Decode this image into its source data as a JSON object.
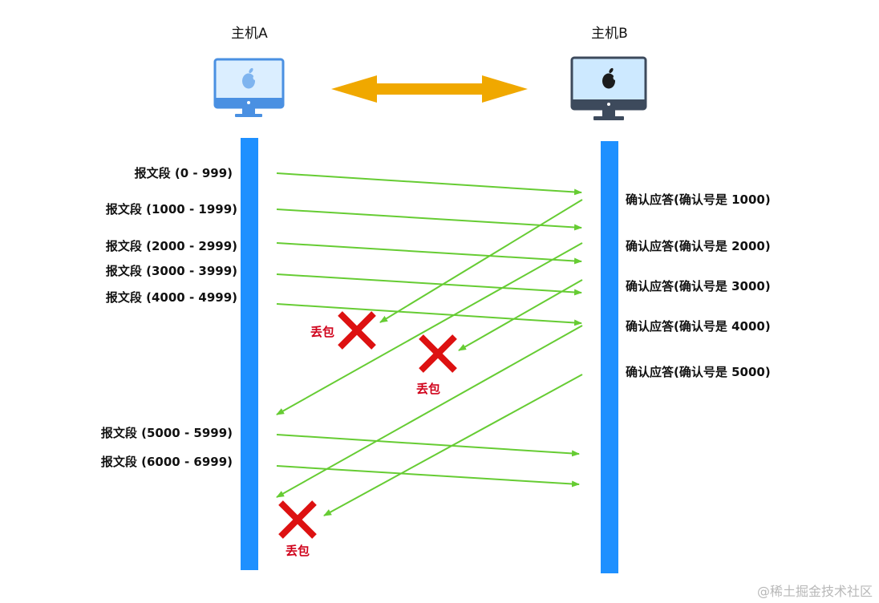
{
  "hosts": {
    "a": {
      "label": "主机A"
    },
    "b": {
      "label": "主机B"
    }
  },
  "segments_phase1": [
    {
      "label": "报文段 (0 - 999)"
    },
    {
      "label": "报文段 (1000 - 1999)"
    },
    {
      "label": "报文段 (2000 - 2999)"
    },
    {
      "label": "报文段 (3000 - 3999)"
    },
    {
      "label": "报文段 (4000 - 4999)"
    }
  ],
  "segments_phase2": [
    {
      "label": "报文段 (5000 - 5999)"
    },
    {
      "label": "报文段 (6000 - 6999)"
    }
  ],
  "acks": [
    {
      "label": "确认应答(确认号是 1000)"
    },
    {
      "label": "确认应答(确认号是 2000)"
    },
    {
      "label": "确认应答(确认号是 3000)"
    },
    {
      "label": "确认应答(确认号是 4000)"
    },
    {
      "label": "确认应答(确认号是 5000)"
    }
  ],
  "loss_label": "丢包",
  "watermark": "@稀土掘金技术社区",
  "colors": {
    "timeline": "#1e90ff",
    "arrow": "#66cc33",
    "loss": "#dd1111",
    "link": "#f0a800",
    "monitor_a_frame": "#4a90e2",
    "monitor_b_frame": "#3d4a5c"
  },
  "icons": {
    "host_a": "apple-monitor-icon",
    "host_b": "apple-monitor-icon",
    "link": "double-arrow-icon",
    "loss": "red-x-icon"
  }
}
